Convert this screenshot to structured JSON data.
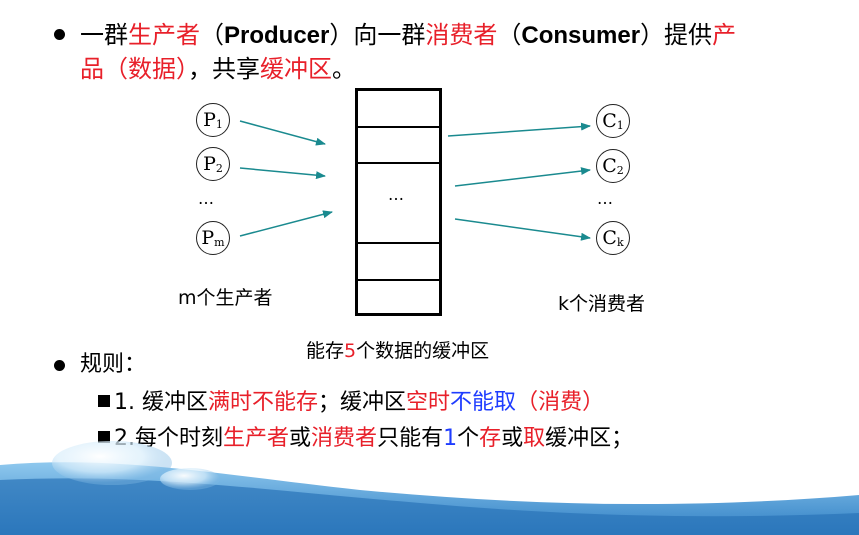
{
  "intro": {
    "line1": {
      "p1": "一群",
      "producer_term": "生产者",
      "p2": "（",
      "producer_en": "Producer",
      "p3": "）向一群",
      "consumer_term": "消费者",
      "p4": "（",
      "consumer_en": "Consumer",
      "p5": "）提供",
      "product_part": "产"
    },
    "line2": {
      "product_rest": "品（数据）",
      "p6": "，共享",
      "buffer_term": "缓冲区",
      "p7": "。"
    }
  },
  "diagram": {
    "producers": [
      {
        "base": "P",
        "sub": "1"
      },
      {
        "base": "P",
        "sub": "2"
      },
      {
        "base": "P",
        "sub": "m"
      }
    ],
    "consumers": [
      {
        "base": "C",
        "sub": "1"
      },
      {
        "base": "C",
        "sub": "2"
      },
      {
        "base": "C",
        "sub": "k"
      }
    ],
    "ellipsis": "…",
    "producer_caption": "m个生产者",
    "consumer_caption": "k个消费者",
    "buffer_caption": {
      "pre": "能存",
      "num": "5",
      "post": "个数据的缓冲区"
    }
  },
  "rules": {
    "heading": "规则：",
    "rule1": {
      "num": "1.",
      "a": " 缓冲区",
      "b": "满时不能存",
      "c": "；缓冲区",
      "d": "空时",
      "e": "不能取",
      "f": "（消费）"
    },
    "rule2": {
      "num": "2.",
      "a": "每个时刻",
      "b": "生产者",
      "c": "或",
      "d": "消费者",
      "e": "只能有",
      "f": "1",
      "g": "个",
      "h": "存",
      "i": "或",
      "j": "取",
      "k": "缓冲区；"
    }
  },
  "colors": {
    "accent_red": "#e8202a",
    "accent_blue": "#1e3cff",
    "arrow_teal": "#1a8a8f",
    "wave_blue": "#3f8fd0"
  }
}
